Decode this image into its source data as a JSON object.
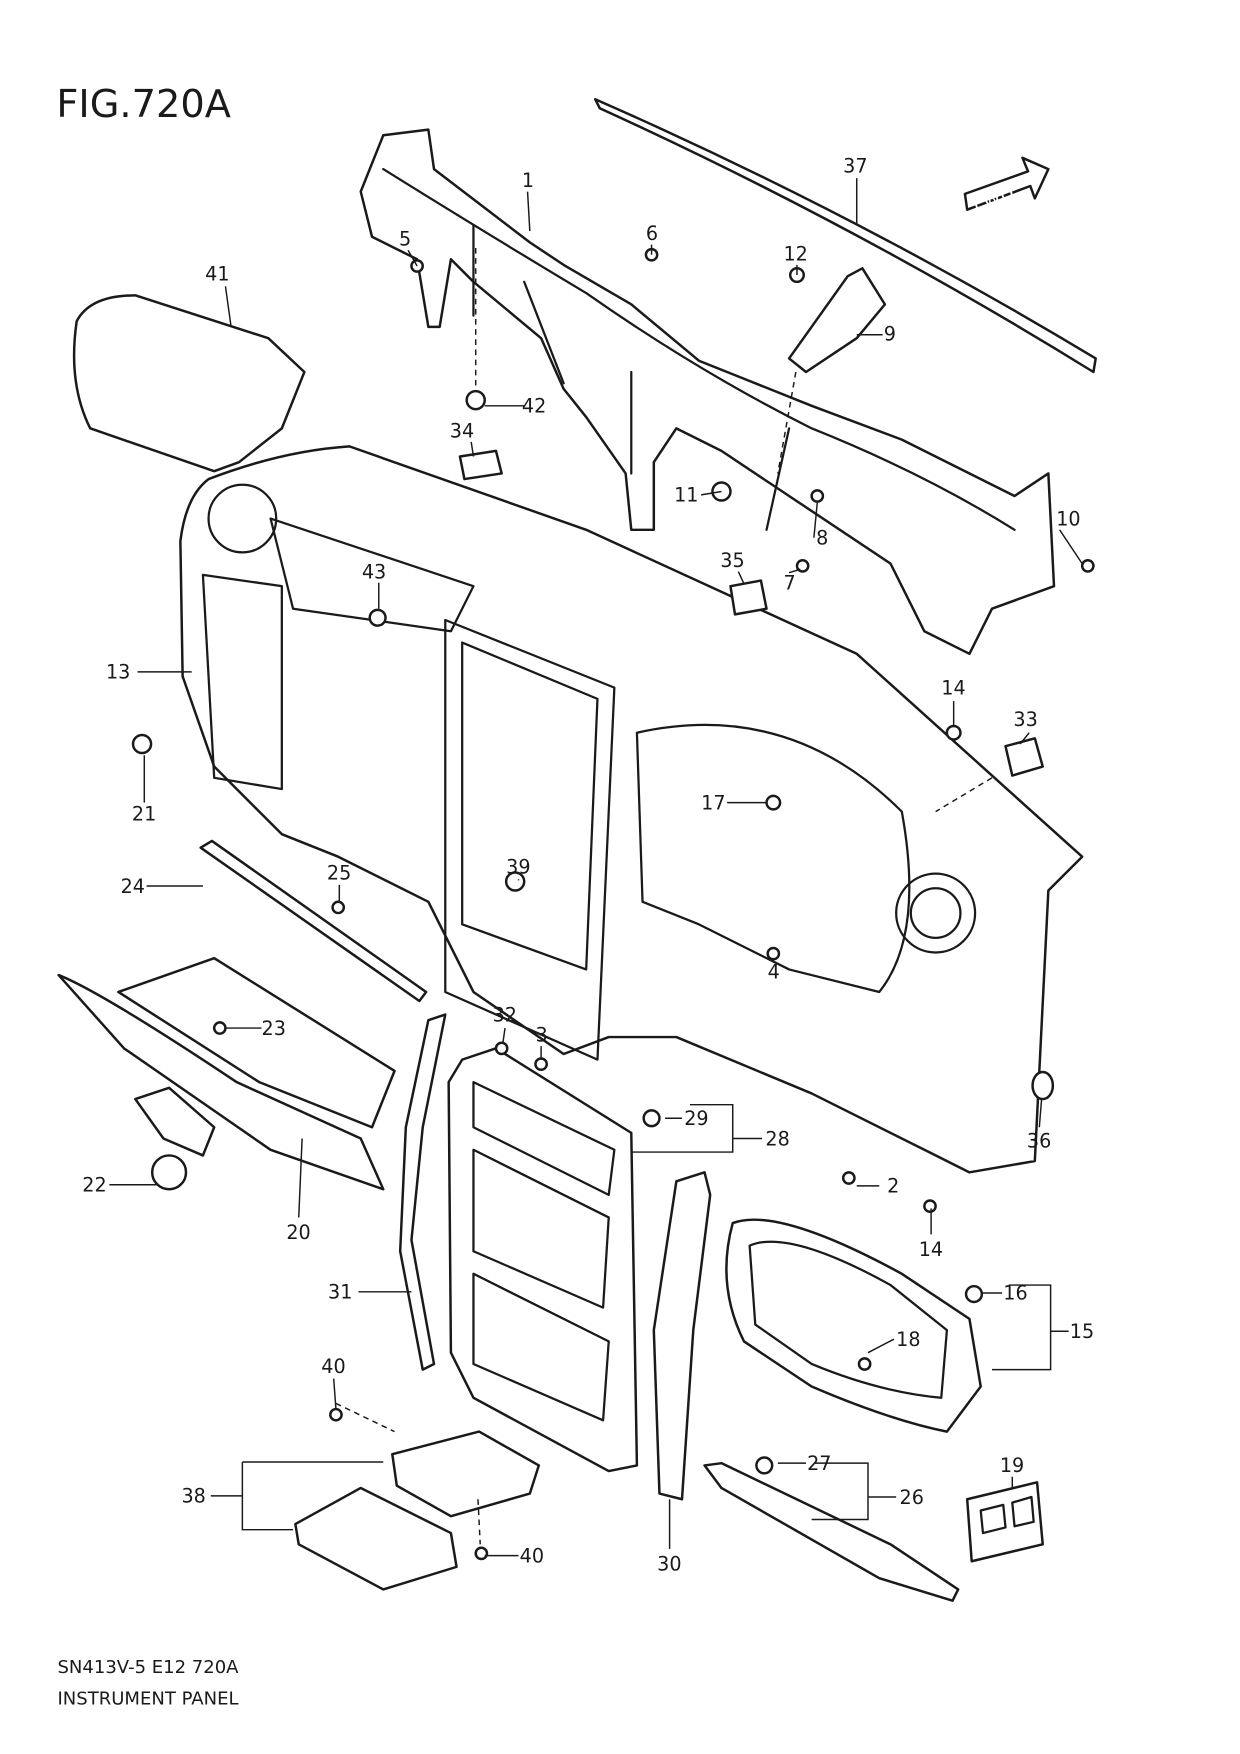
{
  "figure": {
    "title": "FIG.720A",
    "code": "SN413V-5 E12 720A",
    "name": "INSTRUMENT PANEL",
    "fwd_label": "FWD"
  },
  "callouts": {
    "c1": "1",
    "c2": "2",
    "c3": "3",
    "c4": "4",
    "c5": "5",
    "c6": "6",
    "c7": "7",
    "c8": "8",
    "c9": "9",
    "c10": "10",
    "c11": "11",
    "c12": "12",
    "c13": "13",
    "c14a": "14",
    "c14b": "14",
    "c15": "15",
    "c16": "16",
    "c17": "17",
    "c18": "18",
    "c19": "19",
    "c20": "20",
    "c21": "21",
    "c22": "22",
    "c23": "23",
    "c24": "24",
    "c25": "25",
    "c26": "26",
    "c27": "27",
    "c28": "28",
    "c29": "29",
    "c30": "30",
    "c31": "31",
    "c32": "32",
    "c33": "33",
    "c34": "34",
    "c35": "35",
    "c36": "36",
    "c37": "37",
    "c38": "38",
    "c39": "39",
    "c40a": "40",
    "c40b": "40",
    "c41": "41",
    "c42": "42",
    "c43": "43"
  }
}
